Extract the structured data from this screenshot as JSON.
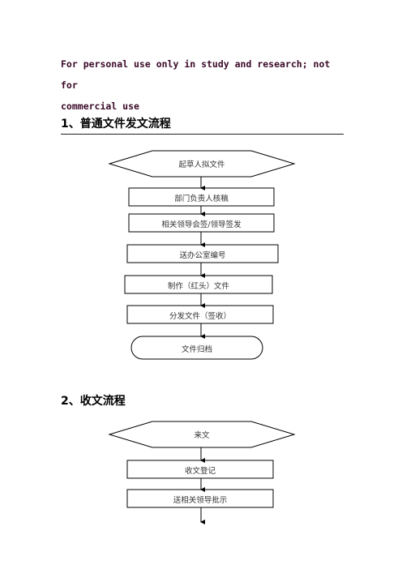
{
  "note": {
    "line1": "For personal use only in study and research; not for",
    "line2": "commercial use"
  },
  "section1": {
    "heading": "1、普通文件发文流程",
    "steps": [
      "起草人拟文件",
      "部门负责人核稿",
      "相关领导会签/领导签发",
      "送办公室编号",
      "制作（红头）文件",
      "分发文件（签收）",
      "文件归档"
    ]
  },
  "section2": {
    "heading": "2、收文流程",
    "steps": [
      "来文",
      "收文登记",
      "送相关领导批示"
    ]
  }
}
